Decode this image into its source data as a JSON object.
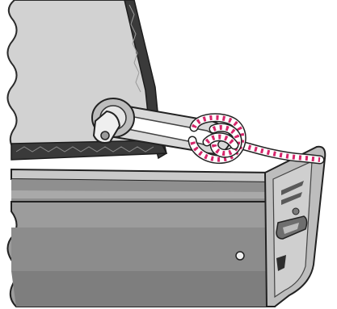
{
  "illustration": {
    "components": [
      {
        "id": "sail-panel",
        "label": ""
      },
      {
        "id": "shackle",
        "label": ""
      },
      {
        "id": "rope-knot",
        "label": ""
      },
      {
        "id": "boom",
        "label": ""
      },
      {
        "id": "boom-end-cap",
        "label": ""
      }
    ],
    "colors": {
      "background": "#ffffff",
      "sail_fill": "#cfcfcf",
      "sail_edge": "#2b2b2b",
      "metal_light": "#e6e6e6",
      "metal_mid": "#bdbdbd",
      "metal_dark": "#7a7a7a",
      "boom_top": "#c9c9c9",
      "boom_body": "#9c9c9c",
      "boom_shadow": "#7e7e7e",
      "rope_white": "#ffffff",
      "rope_accent": "#d6266b",
      "outline": "#222222"
    }
  }
}
